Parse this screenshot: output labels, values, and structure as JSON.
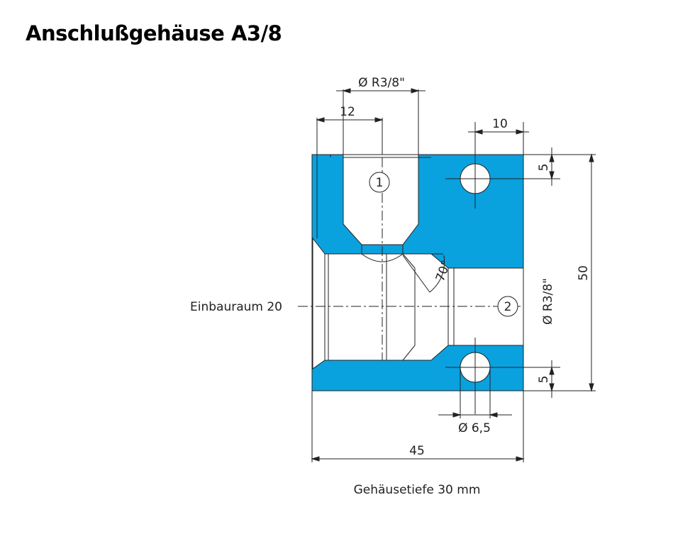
{
  "title": "Anschlußgehäuse A3/8",
  "colors": {
    "body": "#0aa1df",
    "line": "#222222",
    "background": "#ffffff"
  },
  "labels": {
    "dia_r38_top": "Ø R3/8\"",
    "dim_12": "12",
    "dim_10": "10",
    "dim_5_top": "5",
    "dim_50": "50",
    "dia_r38_side": "Ø R3/8\"",
    "dim_5_bottom": "5",
    "dia_65": "Ø 6,5",
    "dim_45": "45",
    "angle_70": "70°",
    "port_1": "1",
    "port_2": "2",
    "einbauraum": "Einbauraum 20",
    "gehaeusetiefe": "Gehäusetiefe 30 mm"
  }
}
